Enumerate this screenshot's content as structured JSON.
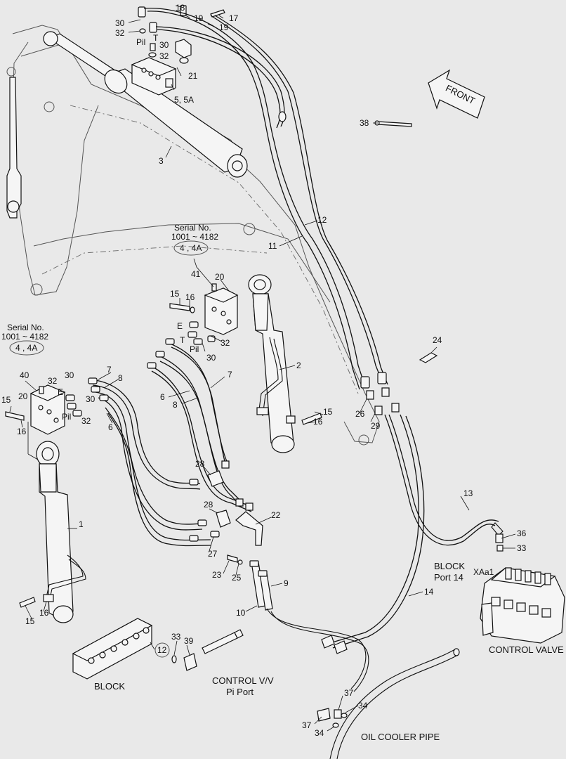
{
  "front_label": "FRONT",
  "serial_notes": [
    {
      "title": "Serial No.",
      "range": "1001 ~ 4182",
      "parts": "4 , 4A"
    },
    {
      "title": "Serial No.",
      "range": "1001 ~ 4182",
      "parts": "4 , 4A"
    }
  ],
  "captions": {
    "block": "BLOCK",
    "control_vv": "CONTROL V/V",
    "pi_port": "Pi  Port",
    "control_valve": "CONTROL VALVE",
    "oil_cooler": "OIL COOLER PIPE",
    "block_port_title": "BLOCK",
    "block_port_num": "Port  14",
    "xaa1": "XAa1"
  },
  "callouts": [
    {
      "id": "c18",
      "text": "18"
    },
    {
      "id": "c30a",
      "text": "30"
    },
    {
      "id": "c19a",
      "text": "19"
    },
    {
      "id": "c17",
      "text": "17"
    },
    {
      "id": "c32a",
      "text": "32"
    },
    {
      "id": "c19b",
      "text": "19"
    },
    {
      "id": "cPila",
      "text": "Pil"
    },
    {
      "id": "cTa",
      "text": "T"
    },
    {
      "id": "c30b",
      "text": "30"
    },
    {
      "id": "c32b",
      "text": "32"
    },
    {
      "id": "c21",
      "text": "21"
    },
    {
      "id": "c55a",
      "text": "5, 5A"
    },
    {
      "id": "c3",
      "text": "3"
    },
    {
      "id": "c38",
      "text": "38"
    },
    {
      "id": "c12a",
      "text": "12"
    },
    {
      "id": "c11",
      "text": "11"
    },
    {
      "id": "c41",
      "text": "41"
    },
    {
      "id": "c20a",
      "text": "20"
    },
    {
      "id": "c15a",
      "text": "15"
    },
    {
      "id": "c16a",
      "text": "16"
    },
    {
      "id": "cEa",
      "text": "E"
    },
    {
      "id": "cTb",
      "text": "T"
    },
    {
      "id": "cPilb",
      "text": "Pil"
    },
    {
      "id": "c32c",
      "text": "32"
    },
    {
      "id": "c30c",
      "text": "30"
    },
    {
      "id": "c2",
      "text": "2"
    },
    {
      "id": "c24",
      "text": "24"
    },
    {
      "id": "c40",
      "text": "40"
    },
    {
      "id": "c32d",
      "text": "32"
    },
    {
      "id": "c30d",
      "text": "30"
    },
    {
      "id": "c20b",
      "text": "20"
    },
    {
      "id": "cEb",
      "text": "E"
    },
    {
      "id": "c30e",
      "text": "30"
    },
    {
      "id": "cPilc",
      "text": "Pil"
    },
    {
      "id": "c32e",
      "text": "32"
    },
    {
      "id": "c15b",
      "text": "15"
    },
    {
      "id": "c16b",
      "text": "16"
    },
    {
      "id": "c7a",
      "text": "7"
    },
    {
      "id": "c8a",
      "text": "8"
    },
    {
      "id": "c6a",
      "text": "6"
    },
    {
      "id": "c7b",
      "text": "7"
    },
    {
      "id": "c6b",
      "text": "6"
    },
    {
      "id": "c8b",
      "text": "8"
    },
    {
      "id": "c15c",
      "text": "15"
    },
    {
      "id": "c16c",
      "text": "16"
    },
    {
      "id": "c26",
      "text": "26"
    },
    {
      "id": "c29",
      "text": "29"
    },
    {
      "id": "c28a",
      "text": "28"
    },
    {
      "id": "c28b",
      "text": "28"
    },
    {
      "id": "c22",
      "text": "22"
    },
    {
      "id": "c1",
      "text": "1"
    },
    {
      "id": "c27",
      "text": "27"
    },
    {
      "id": "c13",
      "text": "13"
    },
    {
      "id": "c36",
      "text": "36"
    },
    {
      "id": "c33a",
      "text": "33"
    },
    {
      "id": "c23",
      "text": "23"
    },
    {
      "id": "c25",
      "text": "25"
    },
    {
      "id": "c9",
      "text": "9"
    },
    {
      "id": "c14",
      "text": "14"
    },
    {
      "id": "c10",
      "text": "10"
    },
    {
      "id": "c15d",
      "text": "15"
    },
    {
      "id": "c16d",
      "text": "16"
    },
    {
      "id": "c33b",
      "text": "33"
    },
    {
      "id": "c39",
      "text": "39"
    },
    {
      "id": "c12b",
      "text": "12"
    },
    {
      "id": "c37a",
      "text": "37"
    },
    {
      "id": "c34a",
      "text": "34"
    },
    {
      "id": "c37b",
      "text": "37"
    },
    {
      "id": "c34b",
      "text": "34"
    }
  ]
}
